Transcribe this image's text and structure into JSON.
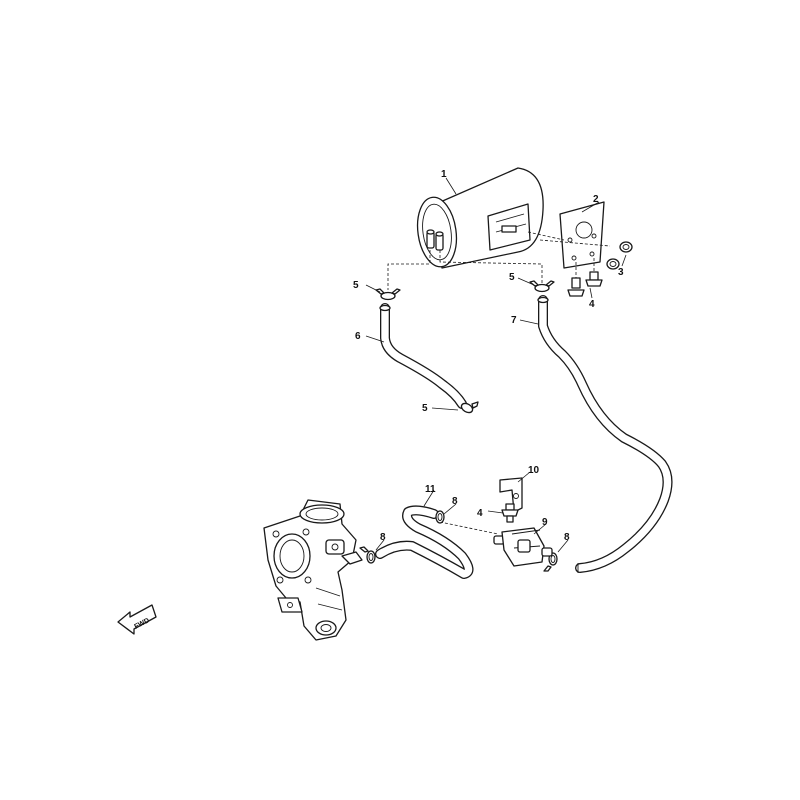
{
  "diagram": {
    "callouts": [
      {
        "id": "c1",
        "text": "1"
      },
      {
        "id": "c2",
        "text": "2"
      },
      {
        "id": "c3",
        "text": "3"
      },
      {
        "id": "c4a",
        "text": "4"
      },
      {
        "id": "c4b",
        "text": "4"
      },
      {
        "id": "c5a",
        "text": "5"
      },
      {
        "id": "c5b",
        "text": "5"
      },
      {
        "id": "c5c",
        "text": "5"
      },
      {
        "id": "c6",
        "text": "6"
      },
      {
        "id": "c7",
        "text": "7"
      },
      {
        "id": "c8a",
        "text": "8"
      },
      {
        "id": "c8b",
        "text": "8"
      },
      {
        "id": "c8c",
        "text": "8"
      },
      {
        "id": "c9",
        "text": "9"
      },
      {
        "id": "c10",
        "text": "10"
      },
      {
        "id": "c11",
        "text": "11"
      }
    ],
    "direction_arrow_label": "FWD"
  },
  "colors": {
    "line": "#1a1a1a",
    "background": "#ffffff"
  }
}
